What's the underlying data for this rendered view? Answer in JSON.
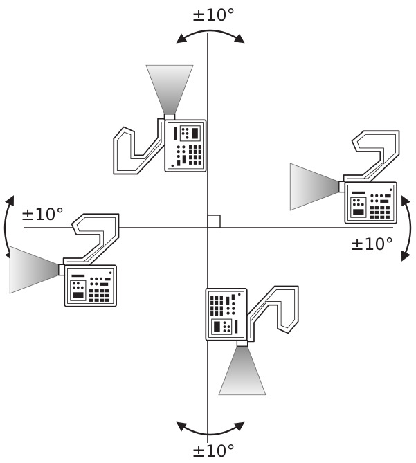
{
  "figure": {
    "labels": {
      "top": "±10°",
      "left": "±10°",
      "right": "±10°",
      "bottom": "±10°"
    },
    "orientations": [
      "top",
      "left",
      "right",
      "bottom"
    ],
    "colors": {
      "line": "#231f20",
      "beam_start": "#8a8a8a",
      "beam_end": "#f2f2f2"
    }
  }
}
